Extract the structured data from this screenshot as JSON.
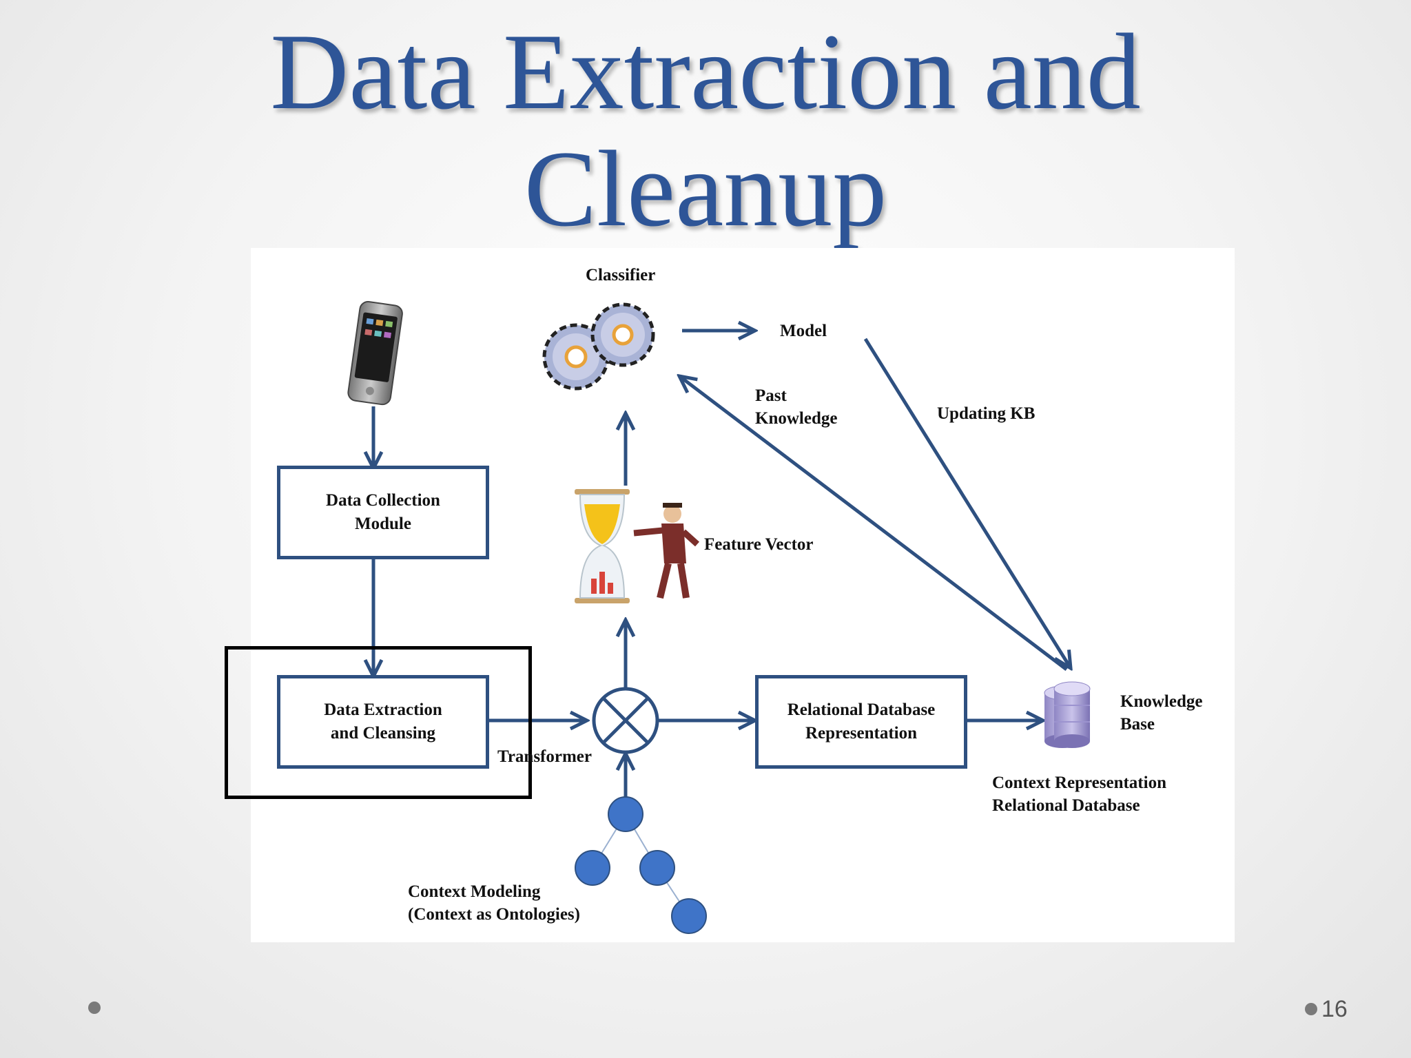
{
  "slide": {
    "title_line1": "Data Extraction and",
    "title_line2": "Cleanup",
    "page_number": "16"
  },
  "diagram": {
    "classifier": "Classifier",
    "model": "Model",
    "past_knowledge_line1": "Past",
    "past_knowledge_line2": "Knowledge",
    "updating_kb": "Updating KB",
    "data_collection_line1": "Data Collection",
    "data_collection_line2": "Module",
    "feature_vector": "Feature Vector",
    "data_extraction_line1": "Data Extraction",
    "data_extraction_line2": "and Cleansing",
    "transformer": "Transformer",
    "relational_line1": "Relational Database",
    "relational_line2": "Representation",
    "knowledge_base_line1": "Knowledge",
    "knowledge_base_line2": "Base",
    "context_rep_line1": "Context Representation",
    "context_rep_line2": "Relational Database",
    "context_modeling_line1": "Context Modeling",
    "context_modeling_line2": "(Context as Ontologies)"
  },
  "colors": {
    "title": "#2e5597",
    "arrow": "#2e5080",
    "node": "#3f74c8",
    "highlight": "#000000"
  },
  "icons": [
    "smartphone-icon",
    "gears-icon",
    "hourglass-businessman-icon",
    "database-icon",
    "multiplexer-icon"
  ]
}
